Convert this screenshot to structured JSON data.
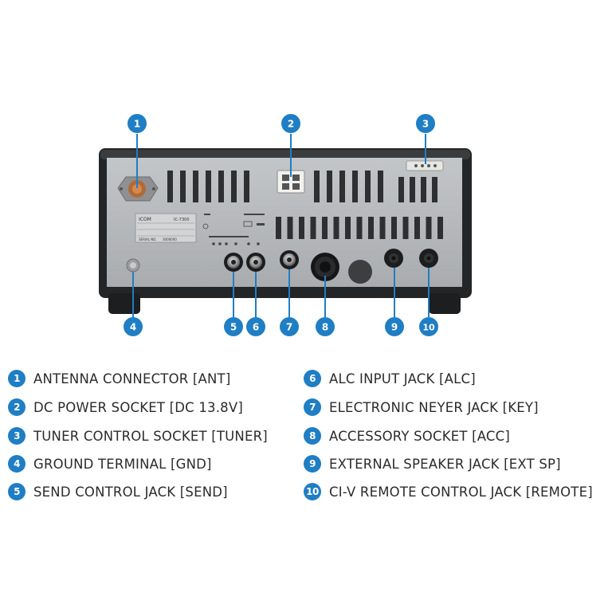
{
  "callouts": [
    {
      "num": "1",
      "label": "ANTENNA CONNECTOR [ANT]"
    },
    {
      "num": "2",
      "label": "DC POWER SOCKET [DC 13.8V]"
    },
    {
      "num": "3",
      "label": "TUNER CONTROL SOCKET [TUNER]"
    },
    {
      "num": "4",
      "label": "GROUND TERMINAL [GND]"
    },
    {
      "num": "5",
      "label": "SEND CONTROL JACK [SEND]"
    },
    {
      "num": "6",
      "label": "ALC INPUT JACK [ALC]"
    },
    {
      "num": "7",
      "label": "ELECTRONIC NEYER JACK [KEY]"
    },
    {
      "num": "8",
      "label": "ACCESSORY SOCKET [ACC]"
    },
    {
      "num": "9",
      "label": "EXTERNAL SPEAKER JACK [EXT SP]"
    },
    {
      "num": "10",
      "label": "CI-V REMOTE CONTROL JACK [REMOTE]"
    }
  ],
  "panel": {
    "brand": "ICOM",
    "model": "IC-7300",
    "serial_label": "SERIAL NO.",
    "serial": "3000000"
  },
  "colors": {
    "callout": "#1f7ec4",
    "panel": "#b9bcbf",
    "chassis": "#2a2c2e"
  }
}
